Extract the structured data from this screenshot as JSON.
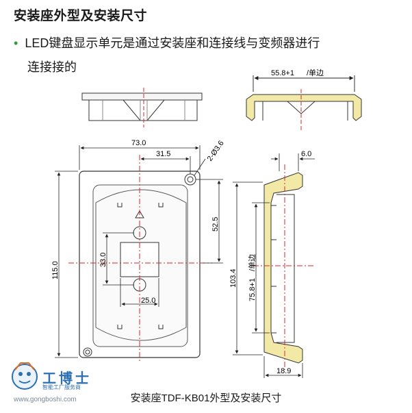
{
  "heading": "安装座外型及安装尺寸",
  "bullet_text_1": "LED键盘显示单元是通过安装座和连接线与变频器进行",
  "bullet_text_2": "连接接的",
  "dims": {
    "top_width": "55.8+1",
    "unit_note": "/单边",
    "width_73": "73.0",
    "width_31_5": "31.5",
    "hole": "2-Ø3.6",
    "height_115": "115.0",
    "height_52_5": "52.5",
    "height_33": "33.0",
    "width_25": "25.0",
    "side_6": "6.0",
    "side_103_4": "103.4",
    "side_75_8": "75.8+1",
    "side_18_9": "18.9"
  },
  "caption": "安装座TDF-KB01外型及安装尺寸",
  "logo": {
    "name": "工博士",
    "sub": "智能工厂服务商",
    "url": "www.gongboshi.com"
  },
  "colors": {
    "accent_green": "#2e9d3a",
    "frame_yellow": "#f3e9a6",
    "center_red": "#d9262c"
  }
}
